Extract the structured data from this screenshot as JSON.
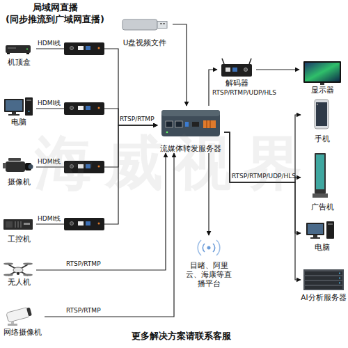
{
  "diagram": {
    "title": "局域网直播 (同步推流到广域网直播)",
    "caption": "更多解决方案请联系客服",
    "nodes": [
      {
        "text": [
          "机顶盒"
        ]
      },
      {
        "text": [
          "电脑"
        ]
      },
      {
        "text": [
          "摄像机"
        ]
      },
      {
        "text": [
          "工控机"
        ]
      },
      {
        "text": [
          "无人机"
        ]
      },
      {
        "text": [
          "网络摄像机"
        ]
      },
      {
        "text": [
          "U盘视频文件"
        ]
      },
      {
        "text": [
          "流媒体转发服务器"
        ]
      },
      {
        "text": [
          "解码器"
        ]
      },
      {
        "text": [
          "显示器"
        ]
      },
      {
        "text": [
          "手机"
        ]
      },
      {
        "text": [
          "广告机"
        ]
      },
      {
        "text": [
          "电脑"
        ]
      },
      {
        "text": [
          "AI分析服务器"
        ]
      },
      {
        "text": [
          "目睹、阿里云、海康等直播平台"
        ]
      }
    ],
    "edges": [
      {
        "from": 0,
        "to": 7,
        "label": "HDMI线",
        "arrow": "to"
      },
      {
        "from": 1,
        "to": 7,
        "label": "HDMI线",
        "arrow": "to"
      },
      {
        "from": 2,
        "to": 7,
        "label": "HDMI线",
        "arrow": "to"
      },
      {
        "from": 3,
        "to": 7,
        "label": "HDMI线",
        "arrow": "to"
      },
      {
        "from": 4,
        "to": 7,
        "label": "RTSP/RTMP",
        "arrow": "to"
      },
      {
        "from": 5,
        "to": 7,
        "label": "RTSP/RTMP",
        "arrow": "to"
      },
      {
        "from": 6,
        "to": 7,
        "arrow": "to"
      },
      {
        "from": 7,
        "to": 8,
        "label": "RTSP/RTMP/UDP/HLS",
        "arrow": "to"
      },
      {
        "from": 8,
        "to": 9,
        "arrow": "to"
      },
      {
        "from": 7,
        "to": 10,
        "label": "RTSP/RTMP/UDP/HLS",
        "arrow": "to"
      },
      {
        "from": 7,
        "to": 11,
        "arrow": "to"
      },
      {
        "from": 7,
        "to": 12,
        "arrow": "to"
      },
      {
        "from": 7,
        "to": 13,
        "arrow": "to"
      },
      {
        "from": 7,
        "to": 14,
        "arrow": "to"
      }
    ],
    "labels": [
      "RTSP/RTMP",
      "海威视界"
    ]
  }
}
